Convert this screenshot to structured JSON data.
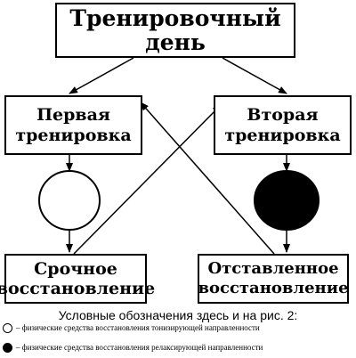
{
  "title": {
    "line1": "Тренировочный",
    "line2": "день"
  },
  "first_training": {
    "line1": "Первая",
    "line2": "тренировка"
  },
  "second_training": {
    "line1": "Вторая",
    "line2": "тренировка"
  },
  "urgent_recovery": {
    "line1": "Срочное",
    "line2": "восстановление"
  },
  "delayed_recovery": {
    "line1": "Отставленное",
    "line2": "восстановление"
  },
  "legend": {
    "title": "Условные обозначения здесь и на рис. 2:",
    "items": [
      {
        "symbol": "white-circle",
        "text": "– физические средства восстановления тонизирующей направленности"
      },
      {
        "symbol": "black-circle",
        "text": "– физические средства восстановления релаксирующей направленности"
      }
    ]
  },
  "colors": {
    "line": "#000000",
    "background": "#ffffff",
    "tonic_circle": "#ffffff",
    "relax_circle": "#000000"
  }
}
